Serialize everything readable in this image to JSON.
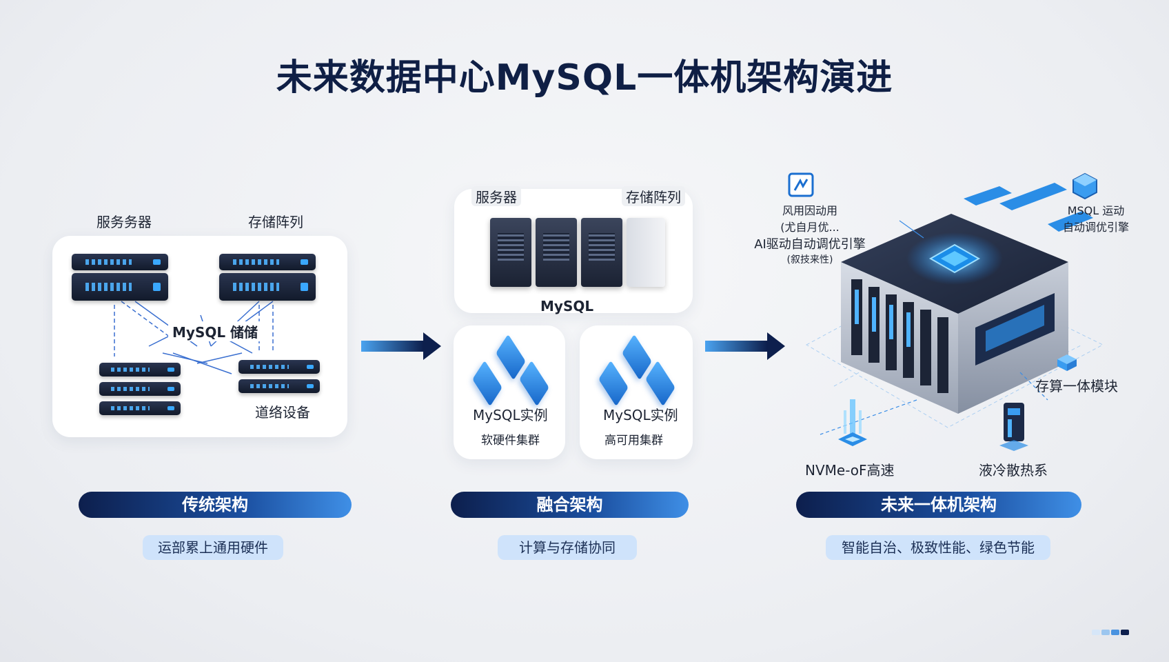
{
  "title": "未来数据中心MySQL一体机架构演进",
  "colors": {
    "navy": "#0d1f4d",
    "accent": "#3f8fe6",
    "sub_bg": "#cfe3fb"
  },
  "traditional": {
    "label_server": "服务务器",
    "label_storage": "存储阵列",
    "label_mysql": "MySQL 储储",
    "label_network": "道络设备",
    "stage": "传统架构",
    "desc": "运部累上通用硬件"
  },
  "converged": {
    "label_server": "服务器",
    "label_storage": "存储阵列",
    "label_mysql": "MySQL",
    "instance1_title": "MySQL实例",
    "instance1_sub": "软硬件集群",
    "instance2_title": "MySQL实例",
    "instance2_sub": "高可用集群",
    "stage": "融合架构",
    "desc": "计算与存储协同"
  },
  "future": {
    "callout_left": [
      "风用因动用",
      "(尤自月优...",
      "AI驱动自动调优引擎",
      "(叙技来性)"
    ],
    "callout_right": [
      "MSQL 运动",
      "自动调优引擎"
    ],
    "label_module": "存算一体模块",
    "label_nvme": "NVMe-oF高速",
    "label_cooling": "液冷散热系",
    "stage": "未来一体机架构",
    "desc": "智能自治、极致性能、绿色节能"
  },
  "icons": [
    "ai-engine-icon",
    "cube-icon",
    "arrow-right-icon",
    "nvme-icon",
    "cooling-icon",
    "storage-module-icon"
  ]
}
